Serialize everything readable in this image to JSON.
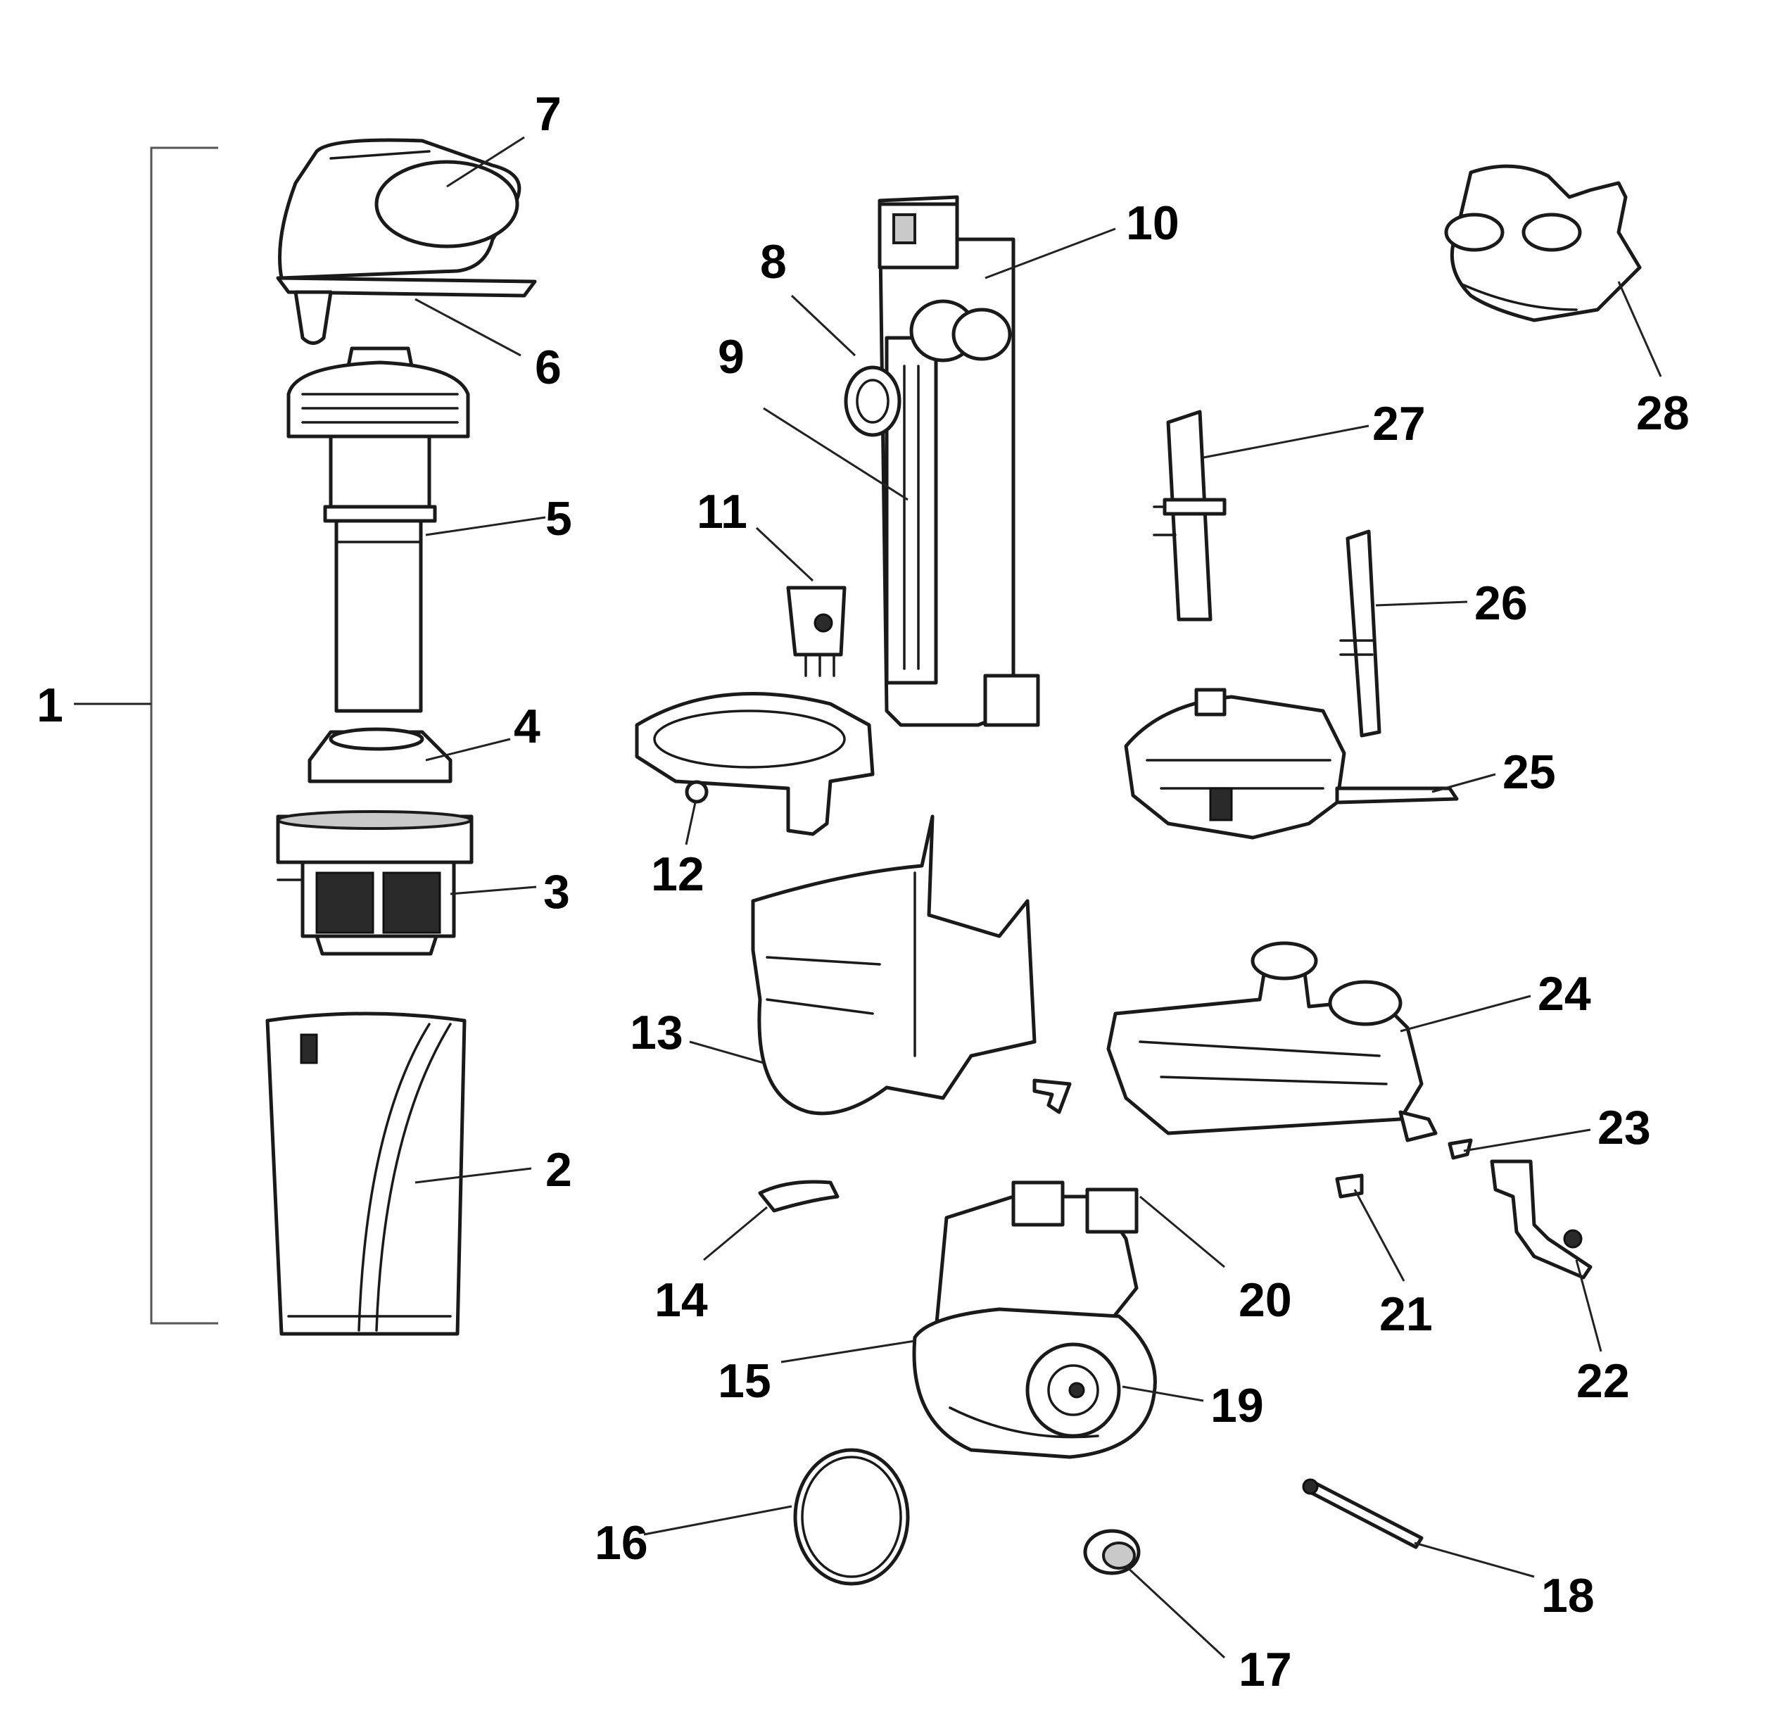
{
  "callouts": [
    "1",
    "2",
    "3",
    "4",
    "5",
    "6",
    "7",
    "8",
    "9",
    "10",
    "11",
    "12",
    "13",
    "14",
    "15",
    "16",
    "17",
    "18",
    "19",
    "20",
    "21",
    "22",
    "23",
    "24",
    "25",
    "26",
    "27",
    "28"
  ]
}
